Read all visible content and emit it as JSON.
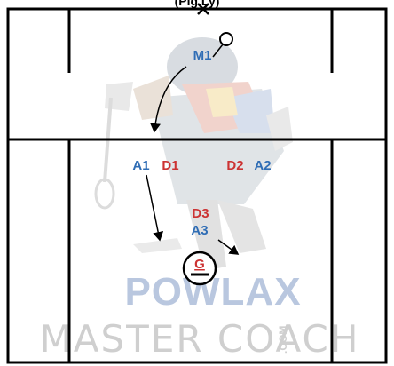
{
  "caption": "(Pig Ly)",
  "watermark": {
    "line1": "POWLAX",
    "line2": "MASTER COACH",
    "com": ".COM"
  },
  "colors": {
    "offense": "#2f6db5",
    "defense": "#cc3333",
    "goalie": "#cc3333",
    "line": "#000000"
  },
  "players": {
    "m1": "M1",
    "a1": "A1",
    "d1": "D1",
    "d2": "D2",
    "a2": "A2",
    "d3": "D3",
    "a3": "A3",
    "goalie": "G"
  }
}
